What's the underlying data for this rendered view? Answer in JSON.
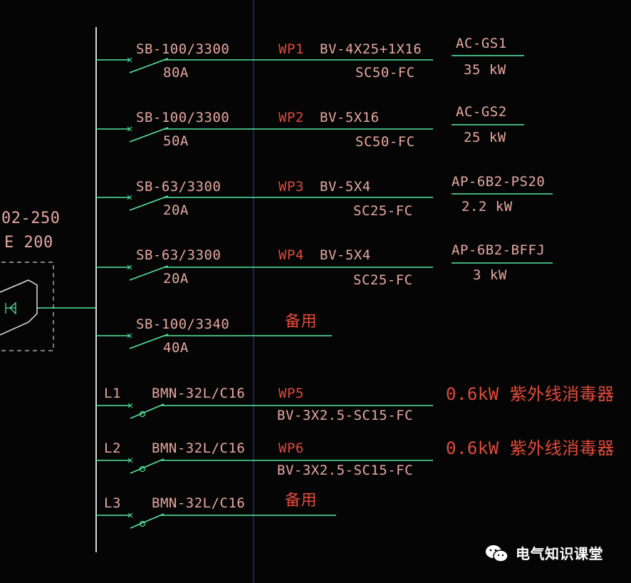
{
  "incoming": {
    "breaker_model": "02-250",
    "setting": "E 200"
  },
  "circuits": [
    {
      "breaker": "SB-100/3300",
      "rating": "80A",
      "circuit_id": "WP1",
      "cable": "BV-4X25+1X16",
      "conduit": "SC50-FC",
      "load_name": "AC-GS1",
      "load_power": "35 kW"
    },
    {
      "breaker": "SB-100/3300",
      "rating": "50A",
      "circuit_id": "WP2",
      "cable": "BV-5X16",
      "conduit": "SC50-FC",
      "load_name": "AC-GS2",
      "load_power": "25 kW"
    },
    {
      "breaker": "SB-63/3300",
      "rating": "20A",
      "circuit_id": "WP3",
      "cable": "BV-5X4",
      "conduit": "SC25-FC",
      "load_name": "AP-6B2-PS20",
      "load_power": "2.2 kW"
    },
    {
      "breaker": "SB-63/3300",
      "rating": "20A",
      "circuit_id": "WP4",
      "cable": "BV-5X4",
      "conduit": "SC25-FC",
      "load_name": "AP-6B2-BFFJ",
      "load_power": "3 kW"
    },
    {
      "breaker": "SB-100/3340",
      "rating": "40A",
      "spare": "备用"
    }
  ],
  "single_phase": [
    {
      "phase": "L1",
      "breaker": "BMN-32L/C16",
      "circuit_id": "WP5",
      "cable": "BV-3X2.5-SC15-FC",
      "load": "0.6kW 紫外线消毒器"
    },
    {
      "phase": "L2",
      "breaker": "BMN-32L/C16",
      "circuit_id": "WP6",
      "cable": "BV-3X2.5-SC15-FC",
      "load": "0.6kW 紫外线消毒器"
    },
    {
      "phase": "L3",
      "breaker": "BMN-32L/C16",
      "spare": "备用"
    }
  ],
  "watermark": {
    "text": "电气知识课堂",
    "icon": "wechat-icon"
  },
  "colors": {
    "line": "#55e8a0",
    "text": "#e6a8a0",
    "red_text": "#e04a3a",
    "frame": "#c9c9c9",
    "bus": "#d8d8d8",
    "guide": "#2d3fa8"
  }
}
